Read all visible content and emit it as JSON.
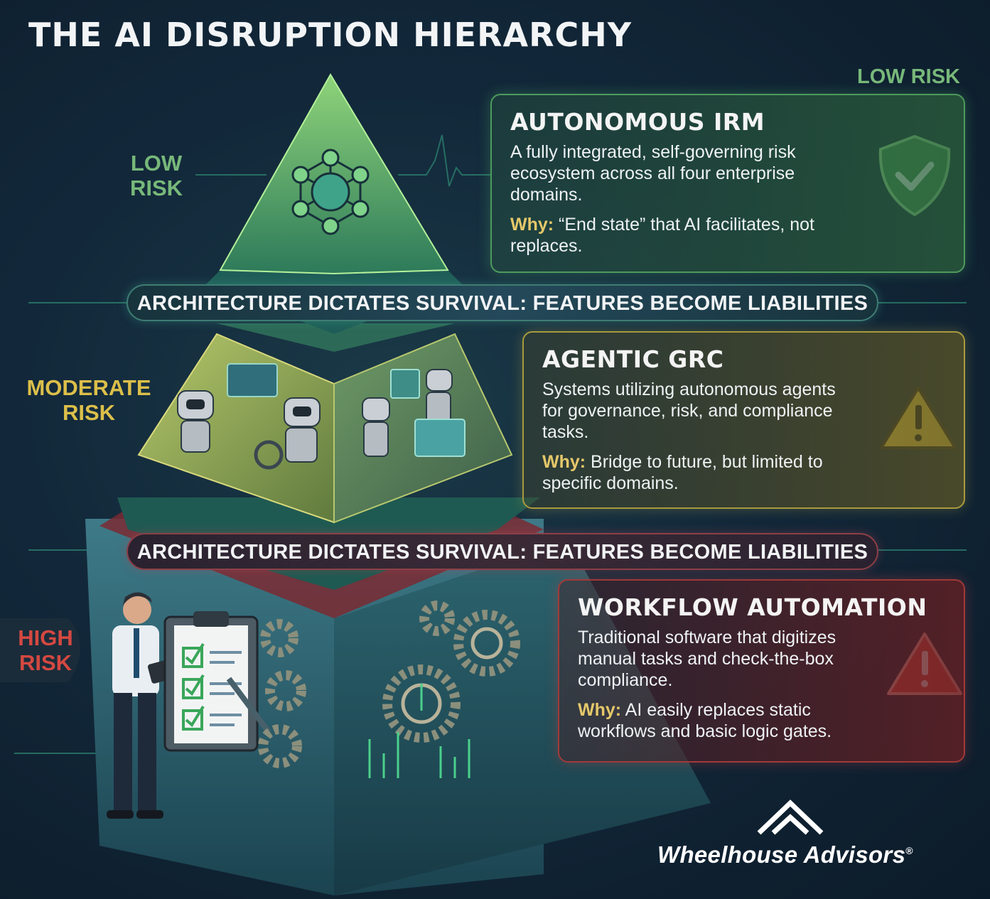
{
  "header": {
    "title": "THE AI DISRUPTION HIERARCHY"
  },
  "corner_label": "LOW RISK",
  "tiers": {
    "low": {
      "risk_line1": "LOW",
      "risk_line2": "RISK",
      "heading": "AUTONOMOUS IRM",
      "description": "A fully integrated, self-governing risk ecosystem across all four enterprise domains.",
      "why_label": "Why:",
      "why_text": " “End state” that AI facilitates, not replaces.",
      "icon": "shield-check-icon",
      "color": "#4fb45f"
    },
    "moderate": {
      "risk_line1": "MODERATE",
      "risk_line2": "RISK",
      "heading": "AGENTIC GRC",
      "description": "Systems utilizing autonomous agents for governance, risk, and compliance tasks.",
      "why_label": "Why:",
      "why_text": " Bridge to future, but limited to specific domains.",
      "icon": "warning-triangle-icon",
      "color": "#e1c23a"
    },
    "high": {
      "risk_line1": "HIGH",
      "risk_line2": "RISK",
      "heading": "WORKFLOW AUTOMATION",
      "description": "Traditional software that digitizes manual tasks and check-the-box compliance.",
      "why_label": "Why:",
      "why_text": " AI easily replaces static workflows and basic logic gates.",
      "icon": "warning-triangle-icon",
      "color": "#d8463d"
    }
  },
  "banners": {
    "upper": "ARCHITECTURE DICTATES SURVIVAL: FEATURES BECOME LIABILITIES",
    "lower": "ARCHITECTURE DICTATES SURVIVAL: FEATURES BECOME LIABILITIES"
  },
  "brand": {
    "name": "Wheelhouse Advisors",
    "registered": "®"
  }
}
